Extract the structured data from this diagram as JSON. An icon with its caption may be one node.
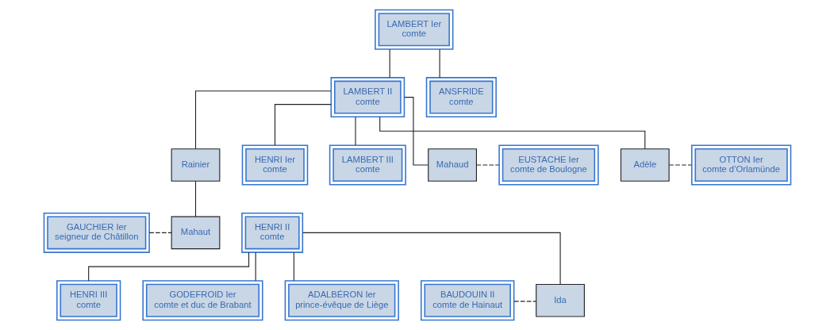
{
  "diagram": {
    "nodes": [
      {
        "text": [
          "LAMBERT Ier",
          "comte"
        ]
      },
      {
        "text": [
          "LAMBERT II",
          "comte"
        ]
      },
      {
        "text": [
          "ANSFRIDE",
          "comte"
        ]
      },
      {
        "text": [
          "Rainier"
        ]
      },
      {
        "text": [
          "HENRI Ier",
          "comte"
        ]
      },
      {
        "text": [
          "LAMBERT III",
          "comte"
        ]
      },
      {
        "text": [
          "Mahaud"
        ]
      },
      {
        "text": [
          "EUSTACHE Ier",
          "comte de Boulogne"
        ]
      },
      {
        "text": [
          "Adèle"
        ]
      },
      {
        "text": [
          "OTTON Ier",
          "comte d’Orlamünde"
        ]
      },
      {
        "text": [
          "GAUCHIER Ier",
          "seigneur de Châtillon"
        ]
      },
      {
        "text": [
          "Mahaut"
        ]
      },
      {
        "text": [
          "HENRI II",
          "comte"
        ]
      },
      {
        "text": [
          "BAUDOUIN II",
          "comte de Hainaut"
        ]
      },
      {
        "text": [
          "Ida"
        ]
      },
      {
        "text": [
          "HENRI III",
          "comte"
        ]
      },
      {
        "text": [
          "GODEFROID Ier",
          "comte et duc de Brabant"
        ]
      },
      {
        "text": [
          "ADALBÉRON Ier",
          "prince-évêque de Liège"
        ]
      }
    ],
    "edges": [
      {
        "from": 0,
        "to": 1,
        "arrow": "none"
      },
      {
        "from": 0,
        "to": 2,
        "arrow": "none"
      },
      {
        "from": 1,
        "to": 3,
        "arrow": "none"
      },
      {
        "from": 1,
        "to": 4,
        "arrow": "none"
      },
      {
        "from": 1,
        "to": 5,
        "arrow": "none"
      },
      {
        "from": 1,
        "to": 6,
        "arrow": "none"
      },
      {
        "from": 1,
        "to": 8,
        "arrow": "none"
      },
      {
        "from": 6,
        "to": 7,
        "arrow": "none",
        "style": "dashed"
      },
      {
        "from": 8,
        "to": 9,
        "arrow": "none",
        "style": "dashed"
      },
      {
        "from": 3,
        "to": 11,
        "arrow": "none"
      },
      {
        "from": 10,
        "to": 11,
        "arrow": "none",
        "style": "dashed"
      },
      {
        "from": 12,
        "to": 14,
        "arrow": "none"
      },
      {
        "from": 12,
        "to": 15,
        "arrow": "none"
      },
      {
        "from": 12,
        "to": 16,
        "arrow": "none"
      },
      {
        "from": 12,
        "to": 17,
        "arrow": "none"
      },
      {
        "from": 13,
        "to": 14,
        "arrow": "none",
        "style": "dashed"
      }
    ]
  }
}
